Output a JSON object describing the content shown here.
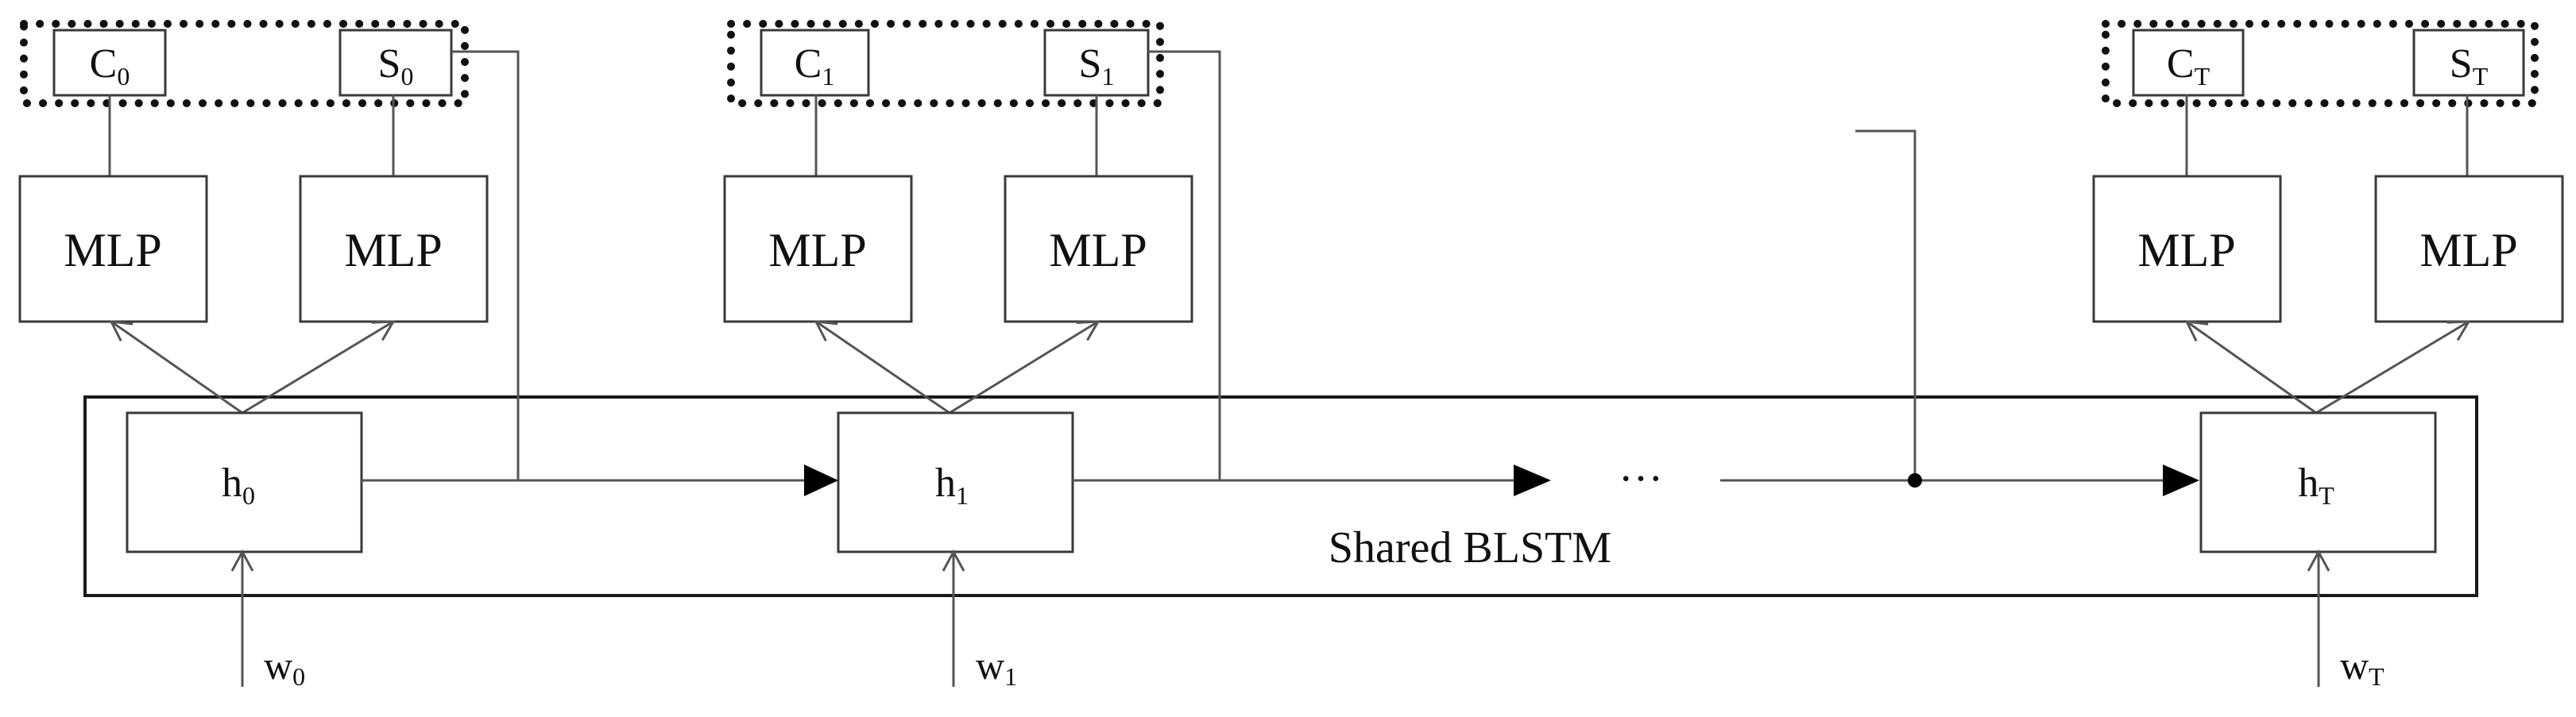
{
  "diagram": {
    "shared_label": "Shared BLSTM",
    "ellipsis": "…",
    "columns": [
      {
        "c_label": "C",
        "c_sub": "0",
        "s_label": "S",
        "s_sub": "0",
        "mlp_left": "MLP",
        "mlp_right": "MLP",
        "h_label": "h",
        "h_sub": "0",
        "w_label": "w",
        "w_sub": "0"
      },
      {
        "c_label": "C",
        "c_sub": "1",
        "s_label": "S",
        "s_sub": "1",
        "mlp_left": "MLP",
        "mlp_right": "MLP",
        "h_label": "h",
        "h_sub": "1",
        "w_label": "w",
        "w_sub": "1"
      },
      {
        "c_label": "C",
        "c_sub": "T",
        "s_label": "S",
        "s_sub": "T",
        "mlp_left": "MLP",
        "mlp_right": "MLP",
        "h_label": "h",
        "h_sub": "T",
        "w_label": "w",
        "w_sub": "T"
      }
    ]
  }
}
